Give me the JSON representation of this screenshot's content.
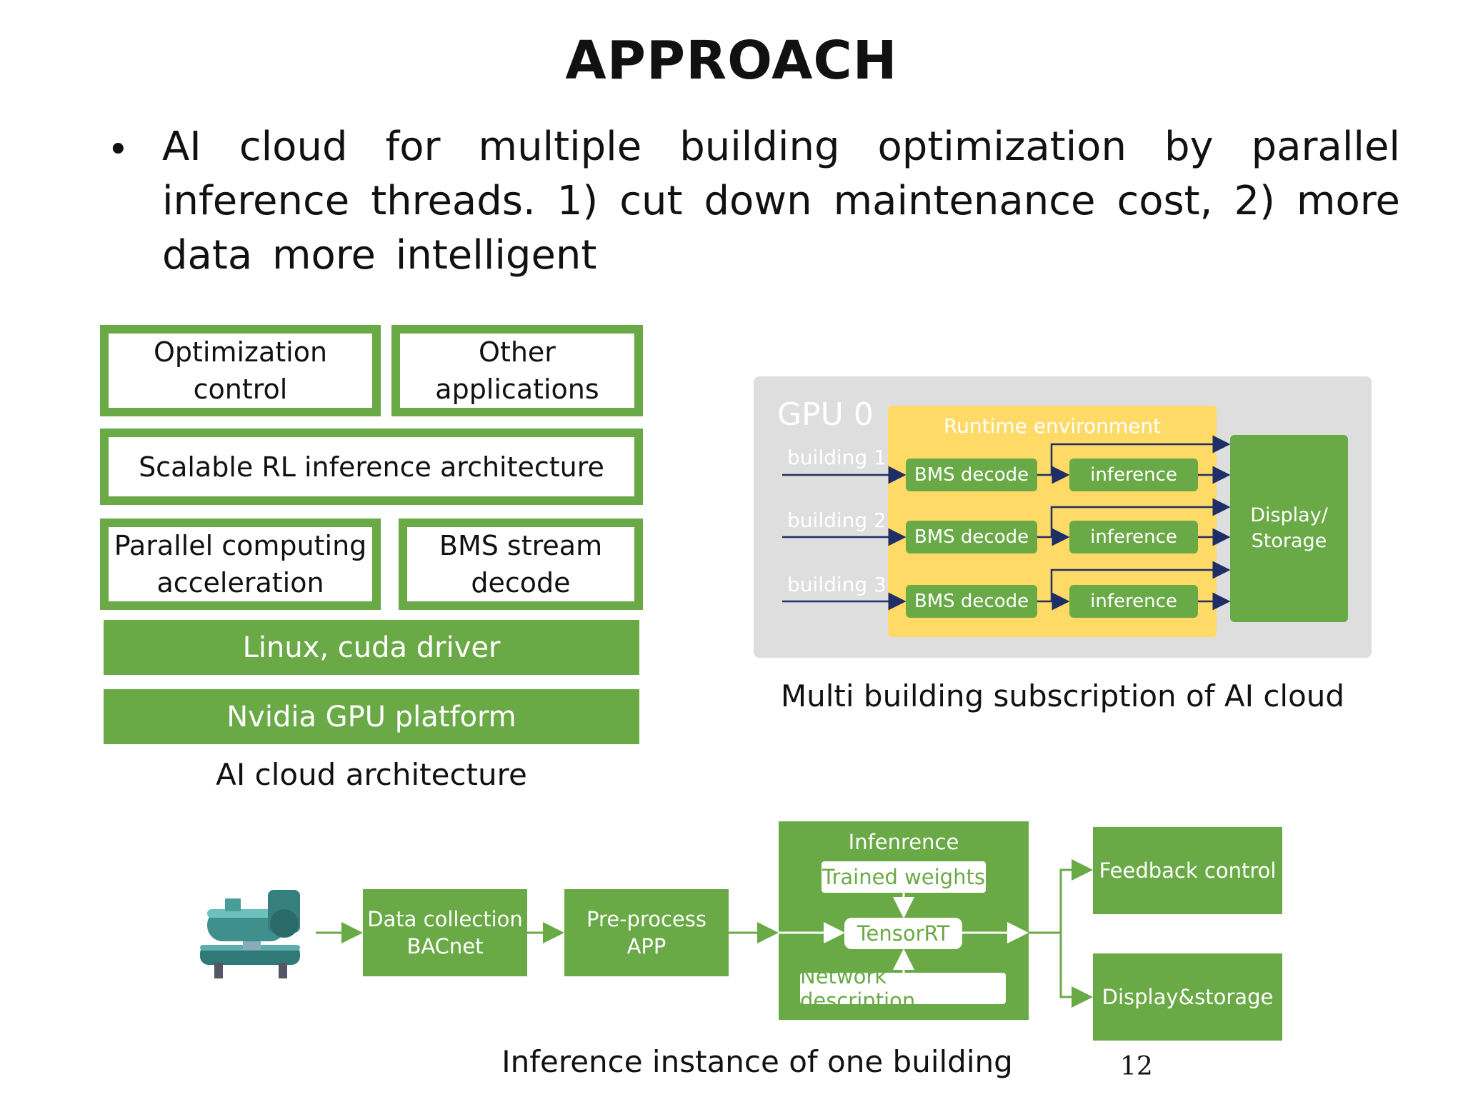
{
  "title": "APPROACH",
  "bullet": {
    "marker": "•",
    "text": "AI cloud for multiple building optimization by parallel inference threads. 1) cut down maintenance cost, 2) more data more intelligent"
  },
  "architecture": {
    "caption": "AI cloud architecture",
    "optimization_control": "Optimization\ncontrol",
    "other_applications": "Other\napplications",
    "scalable_rl": "Scalable RL inference architecture",
    "parallel_computing": "Parallel computing\nacceleration",
    "bms_stream_decode": "BMS stream\ndecode",
    "linux_cuda": "Linux, cuda driver",
    "nvidia_gpu": "Nvidia GPU platform"
  },
  "subscription": {
    "caption": "Multi building subscription of AI cloud",
    "gpu_label": "GPU 0",
    "runtime_label": "Runtime environment",
    "buildings": [
      {
        "label": "building 1",
        "decode": "BMS decode",
        "inference": "inference"
      },
      {
        "label": "building 2",
        "decode": "BMS decode",
        "inference": "inference"
      },
      {
        "label": "building 3",
        "decode": "BMS decode",
        "inference": "inference"
      }
    ],
    "display_storage": "Display/\nStorage"
  },
  "instance": {
    "caption": "Inference instance of one building",
    "data_collection": "Data collection\nBACnet",
    "preprocess": "Pre-process\nAPP",
    "inference_title": "Infenrence",
    "trained_weights": "Trained weights",
    "tensorrt": "TensorRT",
    "network_description": "Network description",
    "feedback_control": "Feedback control",
    "display_storage": "Display&storage"
  },
  "page_number": "12",
  "colors": {
    "green": "#6aaa46",
    "yellow": "#ffda66",
    "gray_panel": "#dedede",
    "arrow_navy": "#1f2e66"
  },
  "icons": {
    "chiller": "industrial-chiller-icon"
  }
}
